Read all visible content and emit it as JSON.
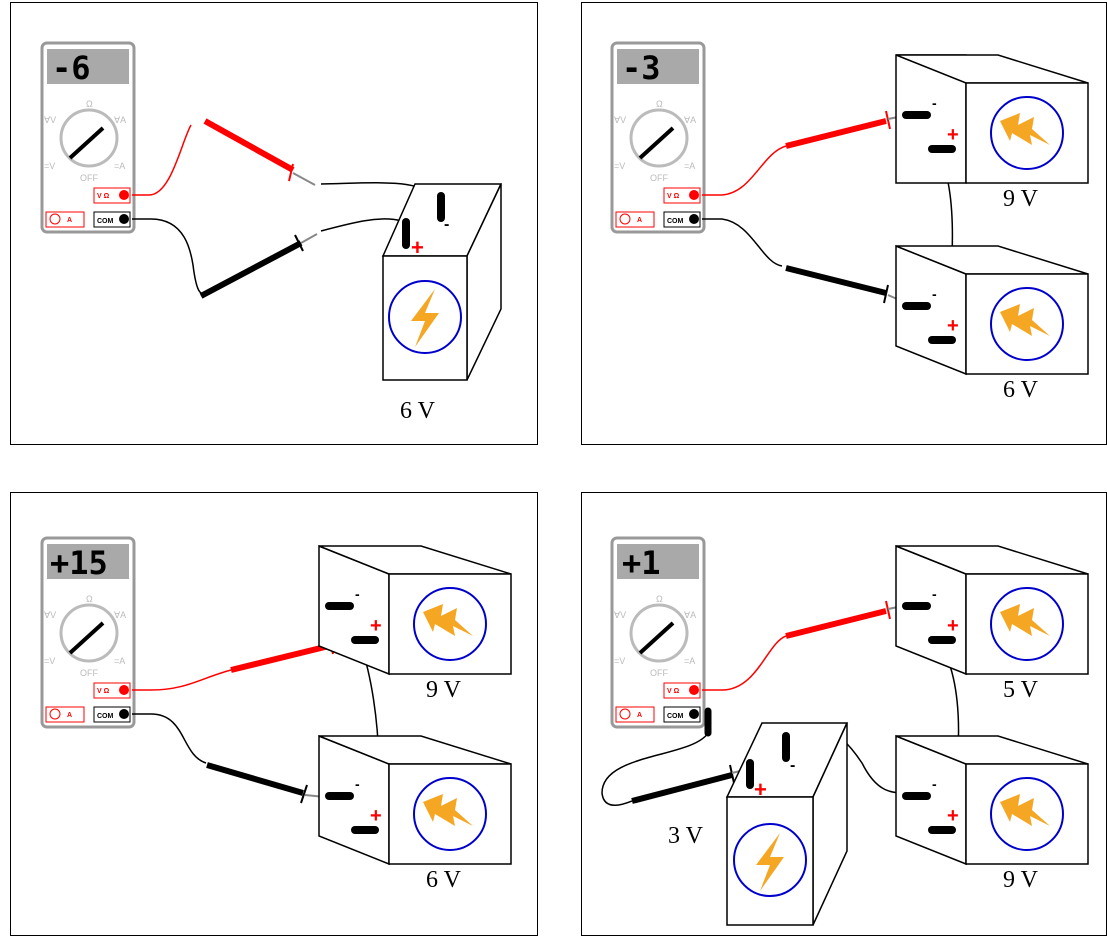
{
  "panels": [
    {
      "meter": {
        "display": "-6",
        "jack_voma": "V Ω",
        "jack_com": "COM",
        "jack_a": "A",
        "dial_off": "OFF",
        "dial_ohm": "Ω"
      },
      "batteries": [
        {
          "label": "6 V",
          "plus": "+",
          "minus": "-"
        }
      ]
    },
    {
      "meter": {
        "display": "-3",
        "jack_voma": "V Ω",
        "jack_com": "COM",
        "jack_a": "A",
        "dial_off": "OFF",
        "dial_ohm": "Ω"
      },
      "batteries": [
        {
          "label": "9 V",
          "plus": "+",
          "minus": "-"
        },
        {
          "label": "6 V",
          "plus": "+",
          "minus": "-"
        }
      ]
    },
    {
      "meter": {
        "display": "+15",
        "jack_voma": "V Ω",
        "jack_com": "COM",
        "jack_a": "A",
        "dial_off": "OFF",
        "dial_ohm": "Ω"
      },
      "batteries": [
        {
          "label": "9 V",
          "plus": "+",
          "minus": "-"
        },
        {
          "label": "6 V",
          "plus": "+",
          "minus": "-"
        }
      ]
    },
    {
      "meter": {
        "display": "+1",
        "jack_voma": "V Ω",
        "jack_com": "COM",
        "jack_a": "A",
        "dial_off": "OFF",
        "dial_ohm": "Ω"
      },
      "batteries": [
        {
          "label": "5 V",
          "plus": "+",
          "minus": "-"
        },
        {
          "label": "9 V",
          "plus": "+",
          "minus": "-"
        },
        {
          "label": "3 V",
          "plus": "+",
          "minus": "-"
        }
      ]
    }
  ],
  "colors": {
    "probe_red": "#ff0000",
    "probe_black": "#000000",
    "bolt": "#f5a623",
    "circle": "#0000cc",
    "lcd": "#a9a9a9",
    "meter_body": "#ffffff",
    "meter_outline": "#999999"
  }
}
